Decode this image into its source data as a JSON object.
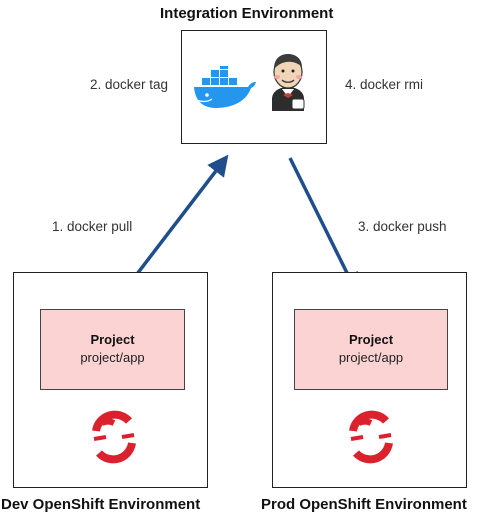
{
  "integration": {
    "title": "Integration Environment",
    "tag_step": "2. docker tag",
    "rmi_step": "4. docker rmi"
  },
  "flows": {
    "pull_step": "1. docker pull",
    "push_step": "3. docker push"
  },
  "dev": {
    "title": "Dev OpenShift Environment",
    "project_title": "Project",
    "project_path": "project/app"
  },
  "prod": {
    "title": "Prod OpenShift Environment",
    "project_title": "Project",
    "project_path": "project/app"
  },
  "icons": [
    "docker-whale-icon",
    "jenkins-icon",
    "openshift-icon"
  ],
  "colors": {
    "arrow": "#1f4e8c",
    "project_fill": "#fcd3d3",
    "openshift_red": "#db212e",
    "docker_blue": "#2496ed"
  }
}
